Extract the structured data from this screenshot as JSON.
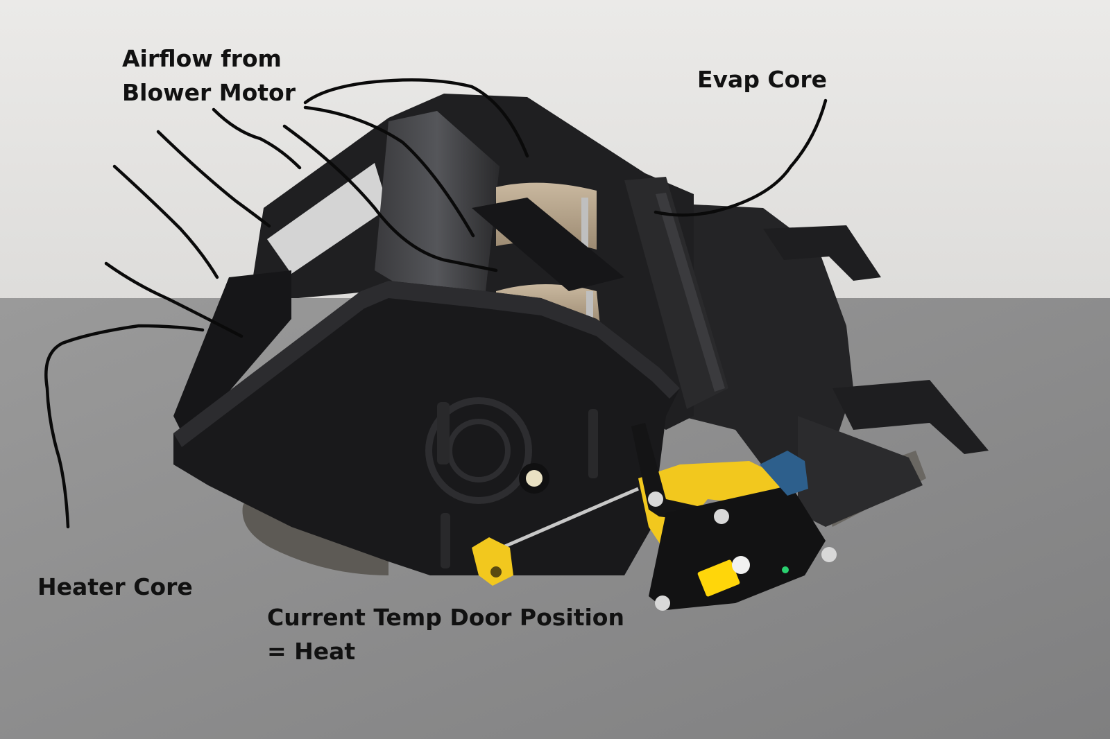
{
  "annotations": {
    "airflow": {
      "line1": "Airflow from",
      "line2": "Blower Motor"
    },
    "evap_core": "Evap Core",
    "heater_core": "Heater Core",
    "temp_door": {
      "line1": "Current Temp Door Position",
      "line2": "= Heat"
    }
  },
  "colors": {
    "wall": "#e7e6e4",
    "table": "#8f8f8f",
    "housing": "#1c1c1e",
    "core_tan": "#b8a690",
    "actuator_yellow": "#f2c81e",
    "connector_blue": "#2d5f8c",
    "annotation_ink": "#111111"
  }
}
